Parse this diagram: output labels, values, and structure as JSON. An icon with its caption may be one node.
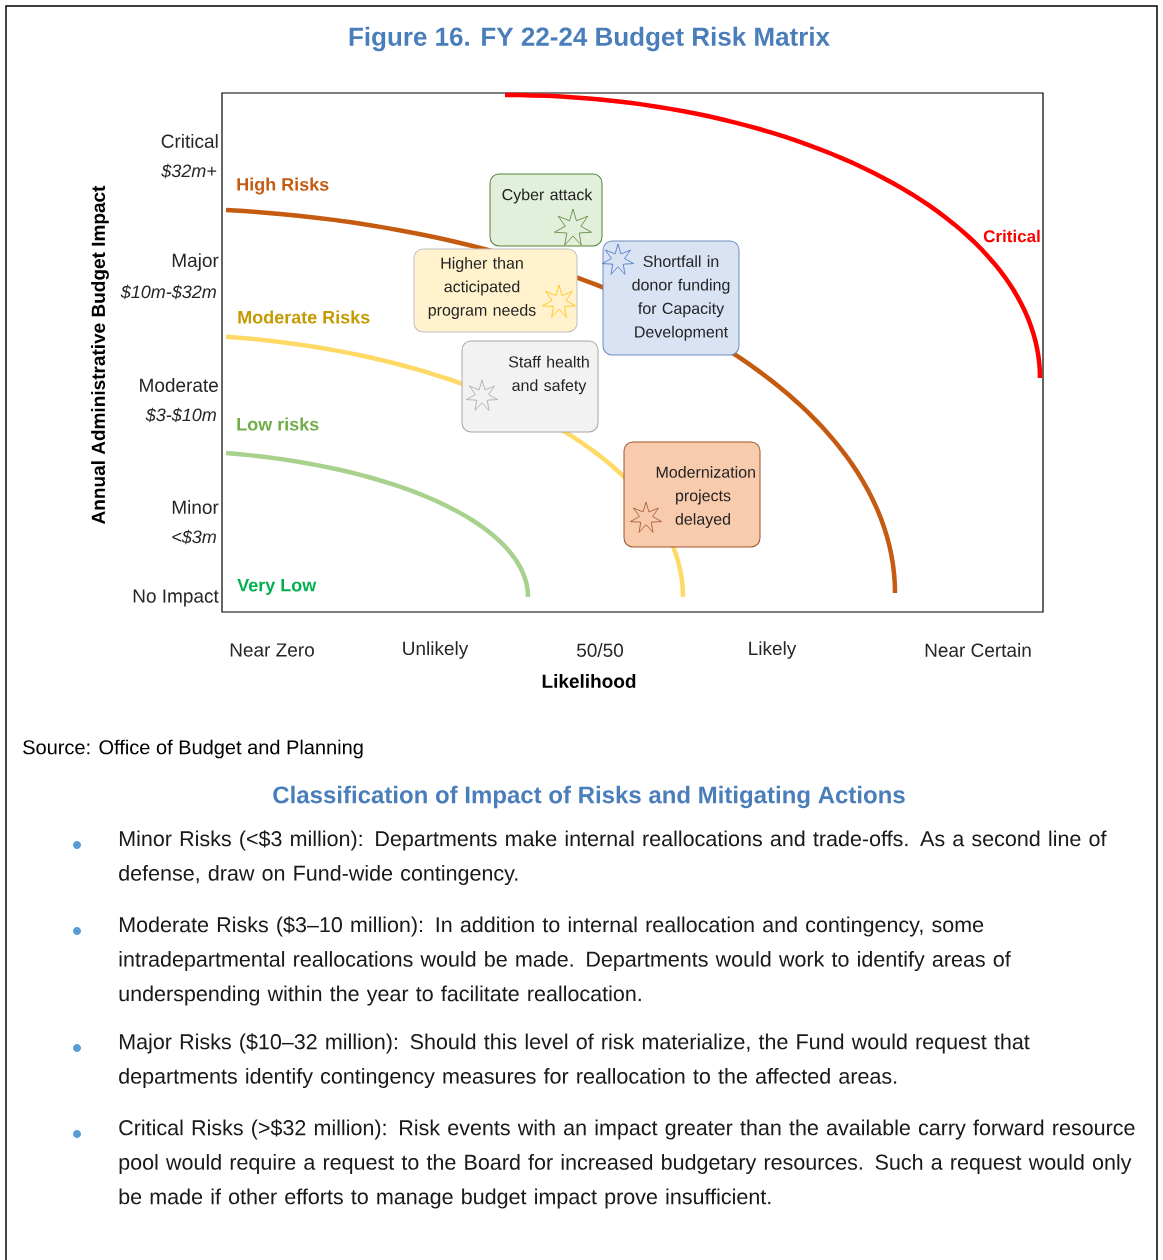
{
  "diagram": {
    "title": "Figure 16. FY 22-24 Budget Risk Matrix",
    "nodes": [
      {
        "text": [
          "Cyber attack"
        ]
      },
      {
        "text": [
          "Higher than acticipated program needs"
        ]
      },
      {
        "text": [
          "Shortfall in donor funding for Capacity Development"
        ]
      },
      {
        "text": [
          "Staff health and safety"
        ]
      },
      {
        "text": [
          "Modernization projects delayed"
        ]
      }
    ],
    "labels": [
      "Annual Administrative Budget Impact",
      "Critical",
      "$32m+",
      "High Risks",
      "Major",
      "$10m-$32m",
      "Moderate Risks",
      "Critical",
      "Moderate",
      "$3-$10m",
      "Low risks",
      "Minor",
      "<$3m",
      "No Impact",
      "Very Low",
      "Near Zero",
      "Unlikely",
      "50/50",
      "Likely",
      "Near Certain",
      "Likelihood",
      "Source: Office of Budget and Planning",
      "Classification of Impact of Risks and Mitigating Actions",
      "Minor Risks (<$3 million): Departments make internal reallocations and trade-offs. As a second line of defense, draw on Fund-wide contingency.",
      "Moderate Risks ($3–10 million): In addition to internal reallocation and contingency, some intradepartmental reallocations would be made. Departments would work to identify areas of underspending within the year to facilitate reallocation.",
      "Major Risks ($10–32 million): Should this level of risk materialize, the Fund would request that departments identify contingency measures for reallocation to the affected areas.",
      "Critical Risks (>$32 million): Risk events with an impact greater than the available carry forward resource pool would require a request to the Board for increased budgetary resources. Such a request would only be made if other efforts to manage budget impact prove insufficient."
    ]
  }
}
